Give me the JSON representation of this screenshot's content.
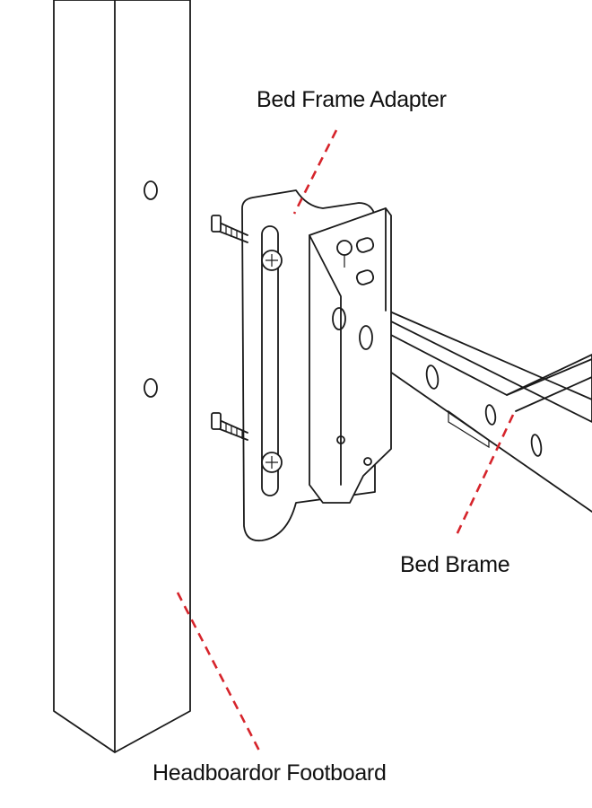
{
  "labels": {
    "adapter": "Bed Frame Adapter",
    "frame": "Bed Brame",
    "headboard": "Headboardor Footboard"
  },
  "colors": {
    "leader_lines": "#d6242b",
    "outline": "#1a1a1a",
    "background": "#ffffff"
  }
}
